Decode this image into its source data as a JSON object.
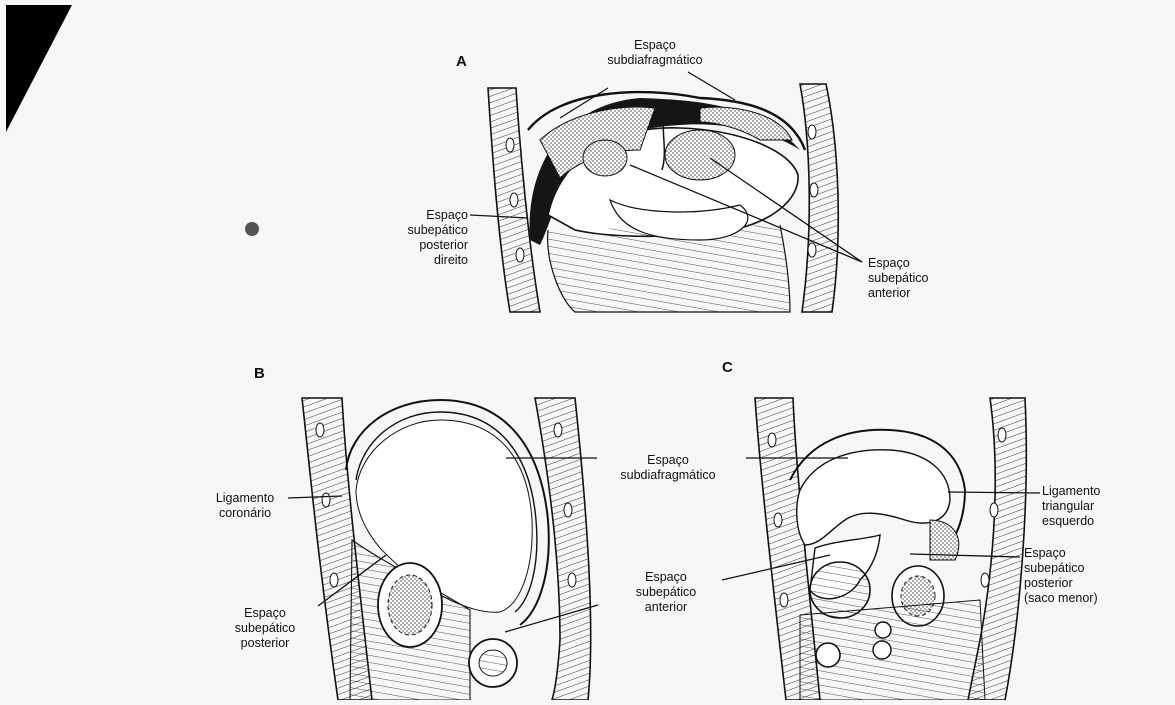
{
  "figure": {
    "panels": {
      "a": "A",
      "b": "B",
      "c": "C"
    },
    "labels": {
      "a_subdiafragmatico": "Espaço\nsubdiafragmático",
      "a_subepatico_posterior_direito": "Espaço\nsubepático\nposterior\ndireito",
      "a_subepatico_anterior": "Espaço\nsubepático\nanterior",
      "b_ligamento_coronario": "Ligamento\ncoronário",
      "b_subepatico_posterior": "Espaço\nsubepático\nposterior",
      "bc_subdiafragmatico": "Espaço\nsubdiafragmático",
      "bc_subepatico_anterior": "Espaço\nsubepático\nanterior",
      "c_ligamento_triangular": "Ligamento\ntriangular\nesquerdo",
      "c_subepatico_posterior_saco_menor": "Espaço\nsubepático\nposterior\n(saco menor)"
    }
  },
  "colors": {
    "background": "#f7f7f5",
    "ink": "#111111",
    "stipple": "#888888"
  }
}
